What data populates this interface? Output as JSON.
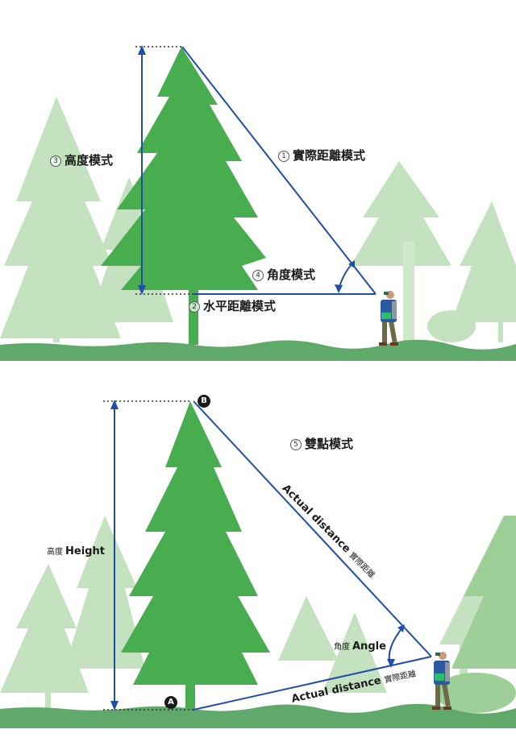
{
  "colors": {
    "line_blue": "#1f4ea8",
    "ground_green": "#5faa6a",
    "tree_main": "#4caf50",
    "tree_bg": "#b9dcb4",
    "tree_mid": "#9fcf98",
    "text": "#1a1a1a",
    "marker": "#1b1b1b"
  },
  "top_panel": {
    "labels": {
      "actual_distance": {
        "num": "1",
        "text": "實際距離模式"
      },
      "horizontal_distance": {
        "num": "2",
        "text": "水平距離模式"
      },
      "height": {
        "num": "3",
        "text": "高度模式"
      },
      "angle": {
        "num": "4",
        "text": "角度模式"
      }
    }
  },
  "bottom_panel": {
    "title": {
      "num": "5",
      "text": "雙點模式"
    },
    "height_label": {
      "cjk": "高度",
      "en": "Height"
    },
    "hypotenuse_label": {
      "en": "Actual distance",
      "cjk": "實際距離"
    },
    "angle_label": {
      "cjk": "角度",
      "en": "Angle"
    },
    "base_label": {
      "en": "Actual distance",
      "cjk": "實際距離"
    },
    "point_a": "A",
    "point_b": "B"
  }
}
